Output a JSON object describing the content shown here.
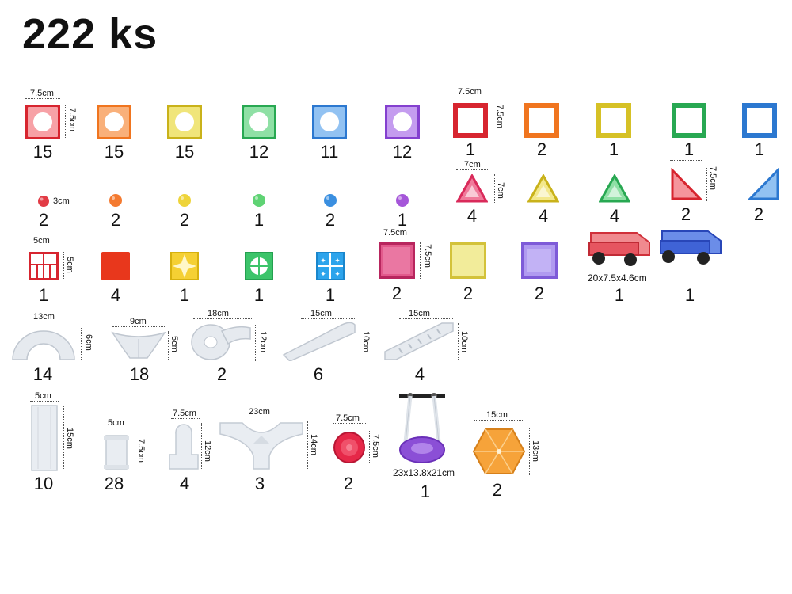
{
  "title": "222 ks",
  "dims": {
    "d75": "7.5cm",
    "d3": "3cm",
    "d7": "7cm",
    "d5": "5cm",
    "d6": "6cm",
    "d9": "9cm",
    "d12": "12cm",
    "d10": "10cm",
    "d13": "13cm",
    "d14": "14cm",
    "d15": "15cm",
    "d18": "18cm",
    "d23": "23cm",
    "car": "20x7.5x4.6cm",
    "swing": "23x13.8x21cm"
  },
  "row1": {
    "ring_squares": [
      "15",
      "15",
      "15",
      "12",
      "11",
      "12"
    ],
    "frames": [
      "1",
      "2",
      "1",
      "1",
      "1"
    ]
  },
  "row2": {
    "balls": [
      "2",
      "2",
      "2",
      "1",
      "2",
      "1"
    ],
    "triangles": [
      "4",
      "4",
      "4",
      "2",
      "2"
    ]
  },
  "row3": {
    "small": [
      "1",
      "4",
      "1",
      "1",
      "1"
    ],
    "large": [
      "2",
      "2",
      "2"
    ],
    "cars": [
      "1",
      "1"
    ]
  },
  "row4": [
    "14",
    "18",
    "2",
    "6",
    "4"
  ],
  "row5": [
    "10",
    "28",
    "4",
    "3",
    "2",
    "1",
    "2"
  ],
  "colors": {
    "red": "#e23b45",
    "orange": "#f47a30",
    "yellow": "#e8d23a",
    "green": "#3cc46a",
    "blue": "#3a8fe0",
    "purple": "#9a4fd6",
    "pink": "#e0457a",
    "clear": "#dfe4ea"
  }
}
